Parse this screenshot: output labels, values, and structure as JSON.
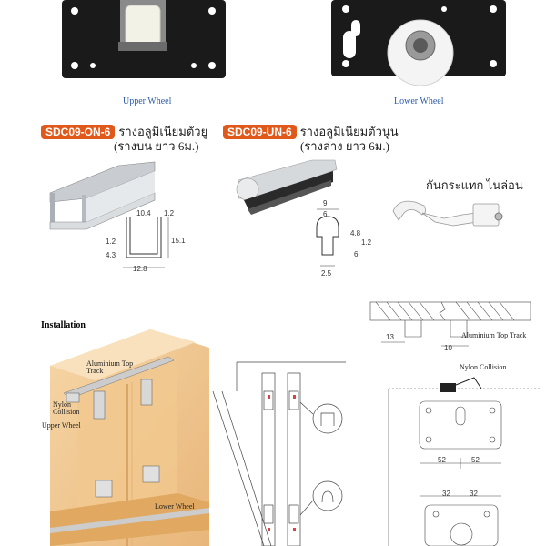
{
  "photos": {
    "upper_caption": "Upper Wheel",
    "lower_caption": "Lower Wheel"
  },
  "products": {
    "on": {
      "code": "SDC09-ON-6",
      "line1": "รางอลูมิเนียมตัวยู",
      "line2": "(รางบน ยาว 6ม.)"
    },
    "un": {
      "code": "SDC09-UN-6",
      "line1": "รางอลูมิเนียมตัวนูน",
      "line2": "(รางล่าง ยาว 6ม.)"
    },
    "stopper": "กันกระแทก ไนล่อน"
  },
  "dims_on": {
    "width_in": "10.4",
    "thickness": "1.2",
    "height": "15.1",
    "lip": "1.2",
    "gap": "4.3",
    "width_out": "12.8"
  },
  "dims_un": {
    "top_outer": "9",
    "top_inner": "6",
    "neck": "4.8",
    "lip": "1.2",
    "depth": "6",
    "base": "2.5"
  },
  "installation": {
    "title": "Installation",
    "top_track": "Aluminium Top Track",
    "nylon": "Nylon Collision",
    "upper_wheel": "Upper Wheel",
    "lower_wheel": "Lower Wheel",
    "right_top_track": "Aluminium Top Track",
    "right_nylon": "Nylon Collision",
    "d13": "13",
    "d10": "10",
    "d52a": "52",
    "d52b": "52",
    "d32a": "32",
    "d32b": "32"
  }
}
